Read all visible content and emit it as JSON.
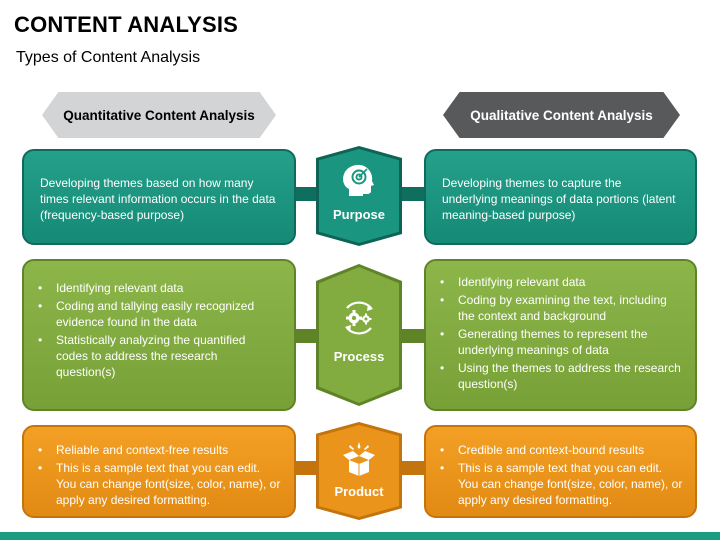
{
  "title": "CONTENT ANALYSIS",
  "subtitle": "Types of Content Analysis",
  "headers": {
    "left": "Quantitative Content Analysis",
    "right": "Qualitative Content Analysis"
  },
  "rows": [
    {
      "label": "Purpose",
      "icon": "head-target-icon",
      "left": "Developing themes based on how many times relevant information occurs in the data (frequency-based purpose)",
      "right": "Developing themes to capture the underlying meanings of data portions (latent meaning-based purpose)"
    },
    {
      "label": "Process",
      "icon": "gears-cycle-icon",
      "left_items": [
        "Identifying relevant data",
        "Coding and tallying easily recognized evidence found in the data",
        "Statistically analyzing the quantified codes to address the research question(s)"
      ],
      "right_items": [
        "Identifying relevant data",
        "Coding by examining the text, including the context and background",
        "Generating themes to represent the underlying meanings of data",
        "Using the themes to address the research question(s)"
      ]
    },
    {
      "label": "Product",
      "icon": "open-box-icon",
      "left_items": [
        "Reliable and context-free results",
        "This is a sample text that you can edit. You can change font(size, color, name), or apply any desired formatting."
      ],
      "right_items": [
        "Credible and context-bound results",
        "This is a sample text that you can edit. You can change font(size, color, name), or apply any desired formatting."
      ]
    }
  ],
  "colors": {
    "teal": "#1a957f",
    "green": "#82ab40",
    "orange": "#ea941c",
    "header_dark": "#58595b",
    "header_light": "#d2d4d5"
  }
}
